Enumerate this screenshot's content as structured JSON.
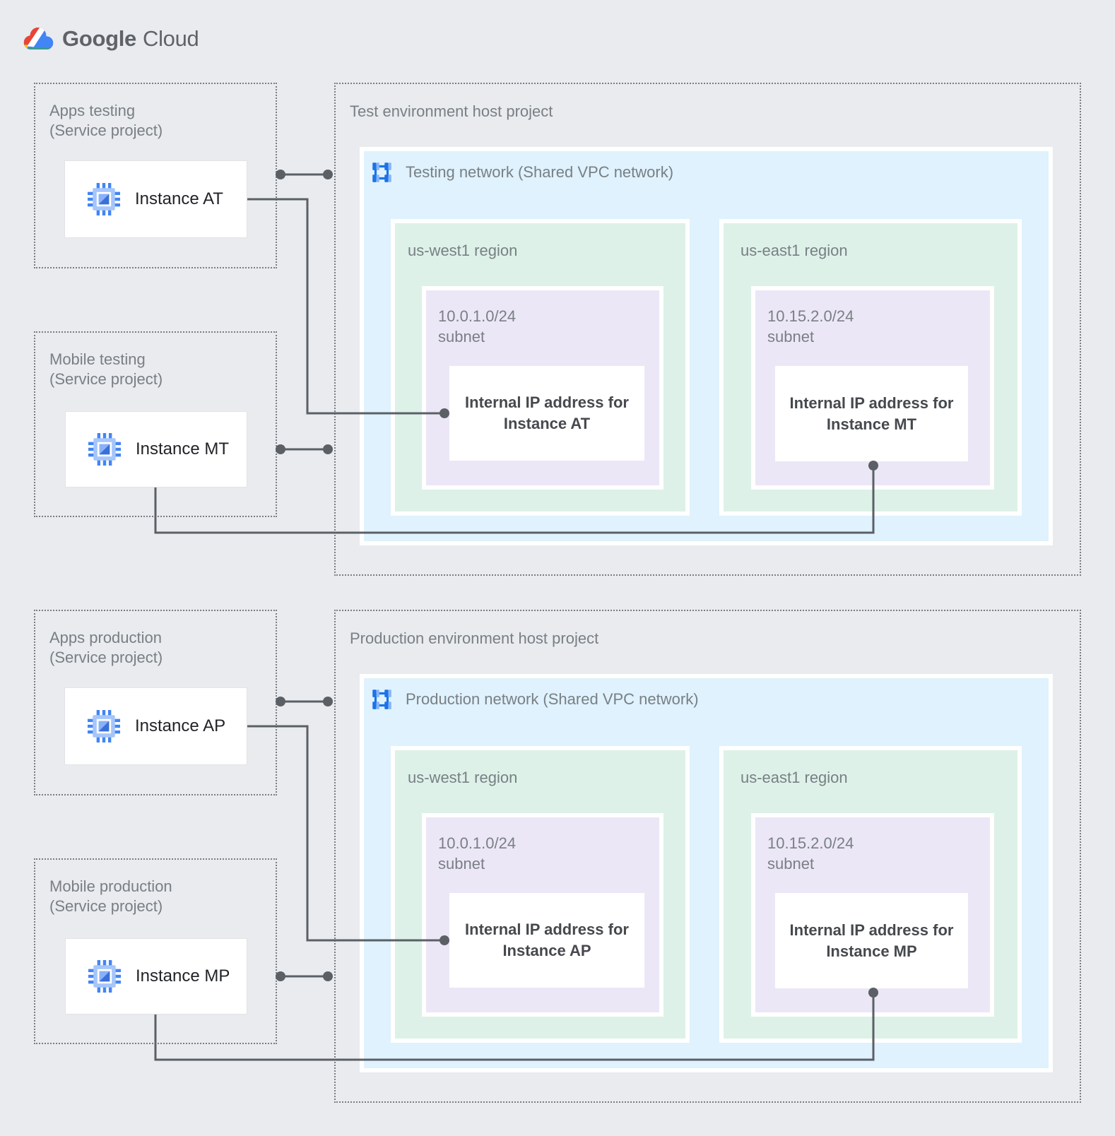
{
  "logo": {
    "brand": "Google",
    "product": "Cloud"
  },
  "colors": {
    "background": "#e9ebee",
    "network_fill": "#dff2fd",
    "region_fill": "#ddf1e8",
    "subnet_fill": "#ece7f6",
    "connector": "#5b6066",
    "accent_blue": "#4285f4",
    "label_gray": "#797f85"
  },
  "sections": {
    "testing": {
      "service_projects": [
        {
          "title": "Apps testing",
          "subtitle": "(Service project)",
          "instance_label": "Instance AT"
        },
        {
          "title": "Mobile testing",
          "subtitle": "(Service project)",
          "instance_label": "Instance MT"
        }
      ],
      "host_project_title": "Test environment host project",
      "network_label": "Testing network (Shared VPC network)",
      "regions": [
        {
          "name": "us-west1 region",
          "cidr": "10.0.1.0/24",
          "subnet_word": "subnet",
          "ip_line1": "Internal IP address for",
          "ip_line2": "Instance AT"
        },
        {
          "name": "us-east1 region",
          "cidr": "10.15.2.0/24",
          "subnet_word": "subnet",
          "ip_line1": "Internal IP address for",
          "ip_line2": "Instance MT"
        }
      ]
    },
    "production": {
      "service_projects": [
        {
          "title": "Apps production",
          "subtitle": "(Service project)",
          "instance_label": "Instance AP"
        },
        {
          "title": "Mobile production",
          "subtitle": "(Service project)",
          "instance_label": "Instance MP"
        }
      ],
      "host_project_title": "Production environment host project",
      "network_label": "Production network (Shared VPC network)",
      "regions": [
        {
          "name": "us-west1 region",
          "cidr": "10.0.1.0/24",
          "subnet_word": "subnet",
          "ip_line1": "Internal IP address for",
          "ip_line2": "Instance AP"
        },
        {
          "name": "us-east1 region",
          "cidr": "10.15.2.0/24",
          "subnet_word": "subnet",
          "ip_line1": "Internal IP address for",
          "ip_line2": "Instance MP"
        }
      ]
    }
  }
}
